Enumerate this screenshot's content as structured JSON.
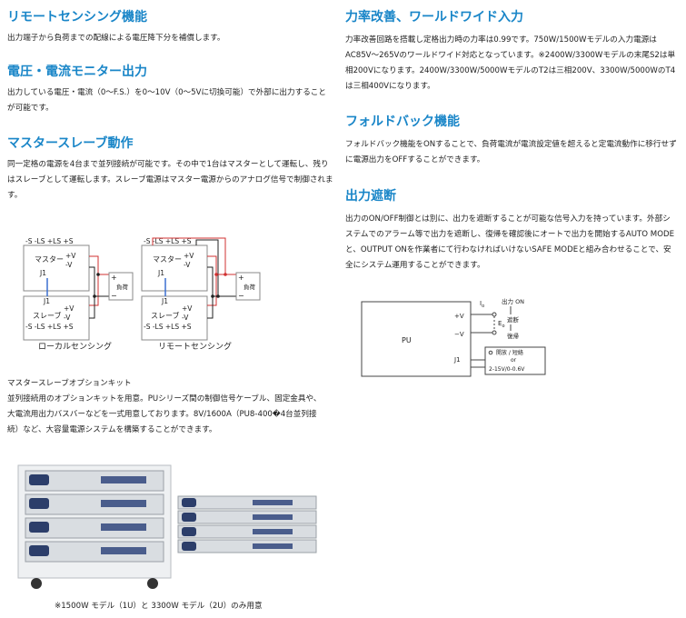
{
  "left": {
    "remote_sensing": {
      "title": "リモートセンシング機能",
      "body": "出力端子から負荷までの配線による電圧降下分を補償します。"
    },
    "monitor": {
      "title": "電圧・電流モニター出力",
      "body": "出力している電圧・電流（0～F.S.）を0～10V（0～5Vに切換可能）で外部に出力することが可能です。"
    },
    "master_slave": {
      "title": "マスタースレーブ動作",
      "body": "同一定格の電源を4台まで並列接続が可能です。その中で1台はマスターとして運転し、残りはスレーブとして運転します。スレーブ電源はマスター電源からのアナログ信号で制御されます。"
    },
    "diagram": {
      "terminals_top": "-S  -LS +LS +S",
      "terminals_bottom": "-S  -LS +LS +S",
      "plus_v": "+V",
      "minus_v": "-V",
      "master": "マスター",
      "slave": "スレーブ",
      "j1": "J1",
      "load": "負荷",
      "plus": "+",
      "minus": "−",
      "local_caption": "ローカルセンシング",
      "remote_caption": "リモートセンシング"
    },
    "kit": {
      "title": "マスタースレーブオプションキット",
      "body": "並列接続用のオプションキットを用意。PUシリーズ間の制御信号ケーブル、固定金具や、大電流用出力バスバーなどを一式用意しております。8V/1600A（PU8-400�4台並列接続）など、大容量電源システムを構築することができます。"
    },
    "photo_caption": "※1500W モデル（1U）と 3300W モデル（2U）のみ用意"
  },
  "right": {
    "pfc": {
      "title": "力率改善、ワールドワイド入力",
      "body": "力率改善回路を搭載し定格出力時の力率は0.99です。750W/1500Wモデルの入力電源はAC85V～265Vのワールドワイド対応となっています。※2400W/3300Wモデルの末尾S2は単相200Vになります。2400W/3300W/5000WモデルのT2は三相200V、3300W/5000WのT4は三相400Vになります。"
    },
    "foldback": {
      "title": "フォルドバック機能",
      "body": "フォルドバック機能をONすることで、負荷電流が電流設定値を超えると定電流動作に移行せずに電源出力をOFFすることができます。"
    },
    "shutoff": {
      "title": "出力遮断",
      "body": "出力のON/OFF制御とは別に、出力を遮断することが可能な信号入力を持っています。外部システムでのアラーム等で出力を遮断し、復帰を確認後にオートで出力を開始するAUTO MODEと、OUTPUT ONを作業者にて行わなければいけないSAFE MODEと組み合わせることで、安全にシステム運用することができます。"
    },
    "diagram": {
      "pu": "PU",
      "plus_v": "+V",
      "minus_v": "−V",
      "j1": "J1",
      "io": "I",
      "io_sub": "o",
      "eo": "E",
      "eo_sub": "o",
      "output_on": "出力 ON",
      "cutoff": "遮断",
      "recover": "復帰",
      "open_short": "開放 / 短絡",
      "or": "or",
      "voltage": "2-15V/0-0.6V"
    }
  },
  "colors": {
    "heading": "#1a86c8",
    "text": "#222222",
    "red": "#d03030"
  }
}
